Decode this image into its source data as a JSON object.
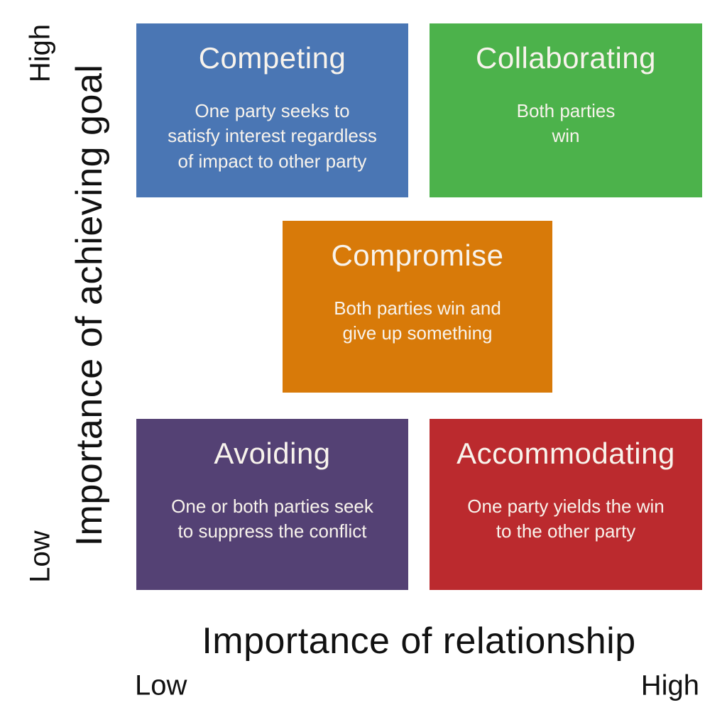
{
  "diagram": {
    "type": "quadrant-matrix",
    "topic": "conflict management styles",
    "quadrants": [
      {
        "id": "competing",
        "title": "Competing",
        "description": "One party seeks to\nsatisfy interest regardless\nof impact to other party",
        "color": "#4a76b4",
        "goal_importance": "high",
        "relationship_importance": "low"
      },
      {
        "id": "collaborating",
        "title": "Collaborating",
        "description": "Both parties\nwin",
        "color": "#4cb24b",
        "goal_importance": "high",
        "relationship_importance": "high"
      },
      {
        "id": "compromise",
        "title": "Compromise",
        "description": "Both parties win and\ngive up something",
        "color": "#d87a09",
        "goal_importance": "medium",
        "relationship_importance": "medium"
      },
      {
        "id": "avoiding",
        "title": "Avoiding",
        "description": "One or both parties seek\nto suppress the conflict",
        "color": "#544174",
        "goal_importance": "low",
        "relationship_importance": "low"
      },
      {
        "id": "accommodating",
        "title": "Accommodating",
        "description": "One party yields the win\nto the other party",
        "color": "#bb2a2e",
        "goal_importance": "low",
        "relationship_importance": "high"
      }
    ],
    "y_axis": {
      "title": "Importance of achieving goal",
      "top_label": "High",
      "bottom_label": "Low"
    },
    "x_axis": {
      "title": "Importance of relationship",
      "left_label": "Low",
      "right_label": "High"
    },
    "text_color_on_boxes": "#f8f3ec",
    "axis_text_color": "#111111",
    "background_color": "#ffffff"
  }
}
